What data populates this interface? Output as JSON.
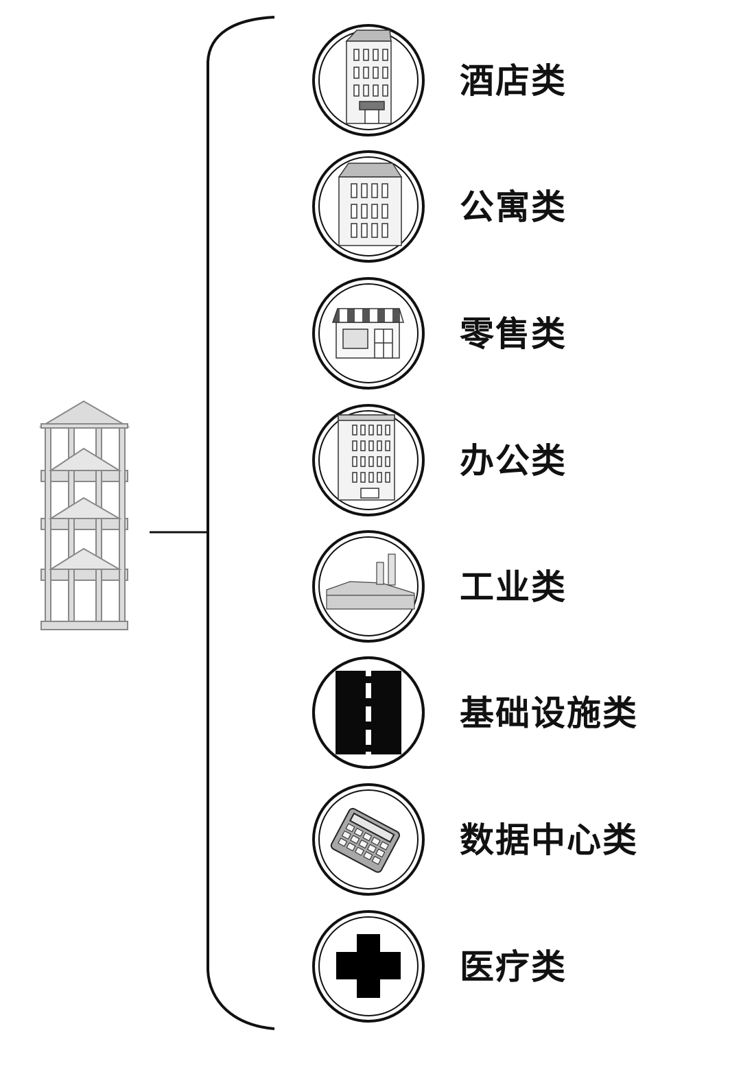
{
  "diagram": {
    "root": {
      "icon": "building-frame-icon"
    },
    "categories": [
      {
        "label": "酒店类",
        "icon": "hotel-icon"
      },
      {
        "label": "公寓类",
        "icon": "apartment-icon"
      },
      {
        "label": "零售类",
        "icon": "retail-store-icon"
      },
      {
        "label": "办公类",
        "icon": "office-building-icon"
      },
      {
        "label": "工业类",
        "icon": "factory-icon"
      },
      {
        "label": "基础设施类",
        "icon": "road-icon"
      },
      {
        "label": "数据中心类",
        "icon": "calculator-icon"
      },
      {
        "label": "医疗类",
        "icon": "medical-cross-icon"
      }
    ],
    "colors": {
      "line": "#111111",
      "frame": "#8a8a8a",
      "frame_fill": "#d9d9d9"
    }
  }
}
